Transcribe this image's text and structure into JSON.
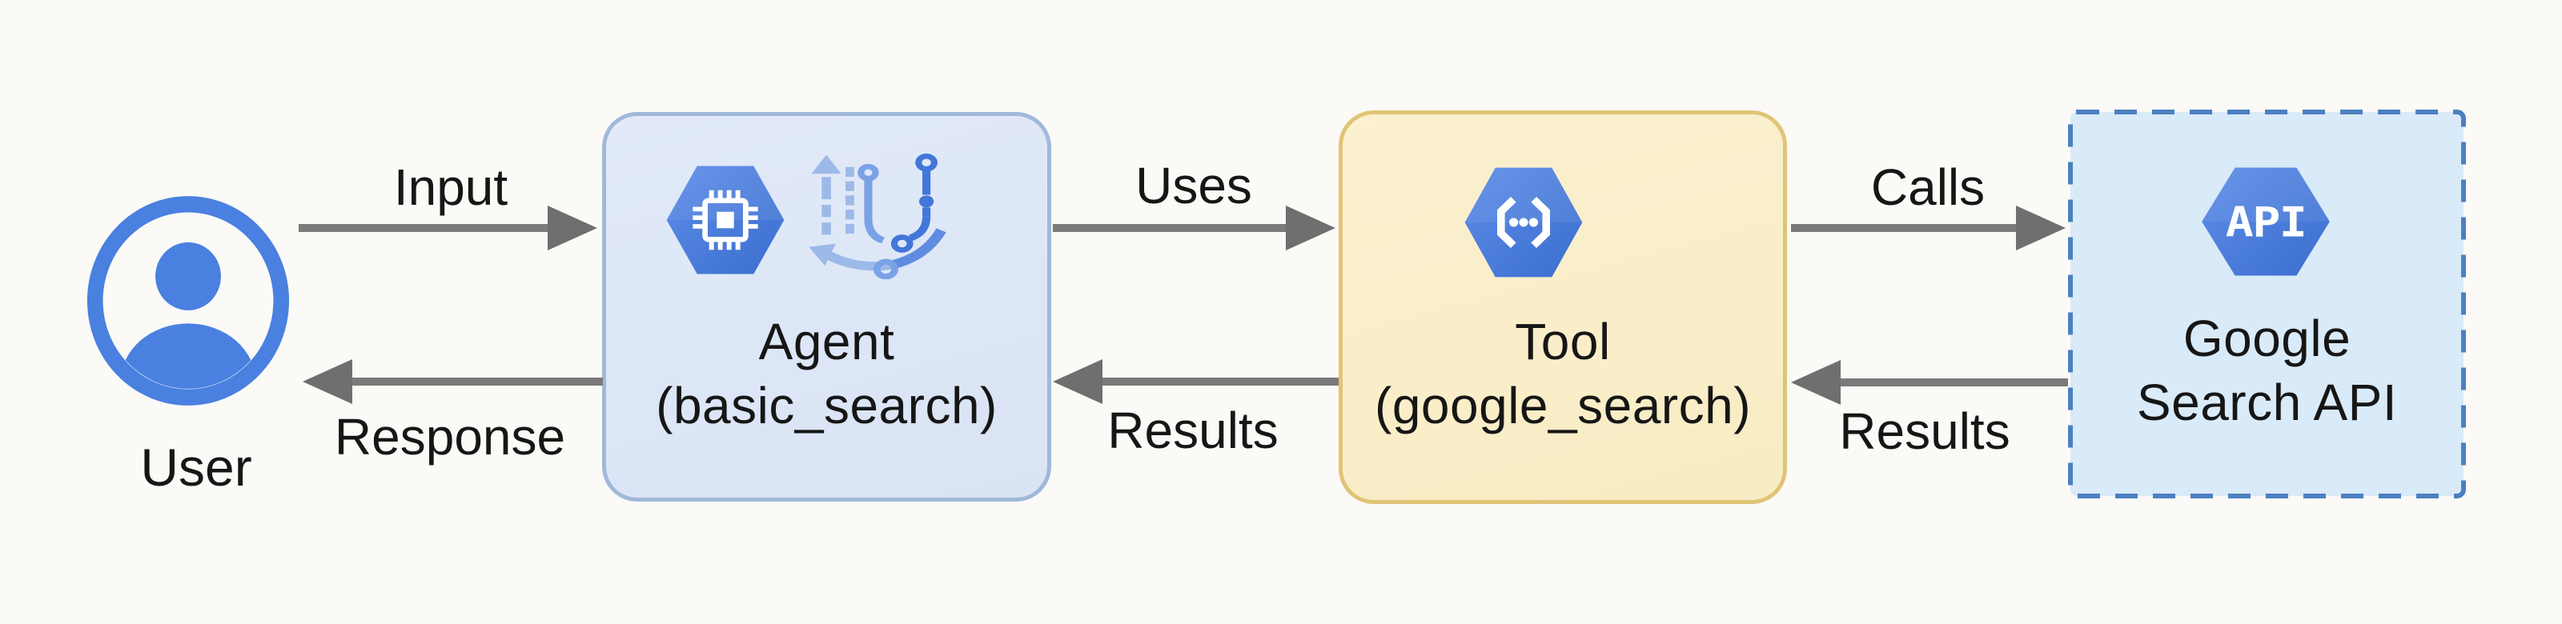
{
  "nodes": {
    "user": {
      "label": "User"
    },
    "agent": {
      "line1": "Agent",
      "line2": "(basic_search)"
    },
    "tool": {
      "line1": "Tool",
      "line2": "(google_search)"
    },
    "api": {
      "line1": "Google",
      "line2": "Search API",
      "icon_label": "API"
    }
  },
  "edges": {
    "input": {
      "label": "Input"
    },
    "uses": {
      "label": "Uses"
    },
    "calls": {
      "label": "Calls"
    },
    "response": {
      "label": "Response"
    },
    "results_tool_to_agent": {
      "label": "Results"
    },
    "results_api_to_tool": {
      "label": "Results"
    }
  },
  "colors": {
    "background": "#fbfaf7",
    "hexagon_blue_light": "#5c8de8",
    "hexagon_blue_dark": "#3c6ecf",
    "user_icon_blue": "#4a80e0",
    "agent_box_fill": "#dde6f6",
    "agent_box_border": "#a0b8da",
    "tool_box_fill": "#faeec9",
    "tool_box_border": "#e0c476",
    "api_box_fill": "#d9eaf8",
    "api_box_border": "#4b80c0",
    "arrow_gray": "#7a7a7a",
    "text_color": "#161616"
  }
}
